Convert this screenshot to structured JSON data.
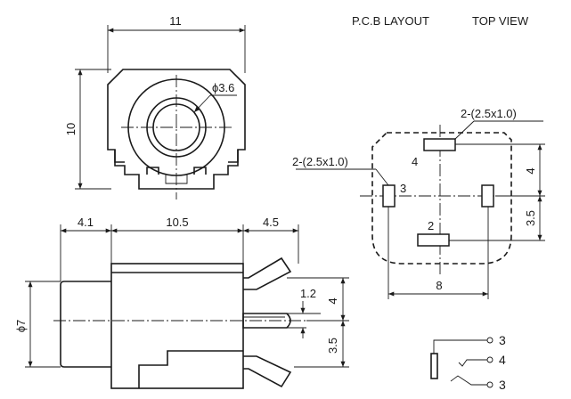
{
  "header": {
    "layout_title": "P.C.B LAYOUT",
    "view_title": "TOP VIEW"
  },
  "front_view": {
    "width_dim": "11",
    "height_dim": "10",
    "hole_dim": "ϕ3.6"
  },
  "side_view": {
    "dim_left": "4.1",
    "dim_body": "10.5",
    "dim_right": "4.5",
    "diameter_dim": "ϕ7",
    "pin_dim": "1.2",
    "dim_upper": "4",
    "dim_lower": "3.5"
  },
  "pcb_layout": {
    "pad_note_top": "2-(2.5x1.0)",
    "pad_note_left": "2-(2.5x1.0)",
    "pads": [
      "4",
      "3",
      "2"
    ],
    "dim_width": "8",
    "dim_upper": "4",
    "dim_lower": "3.5"
  },
  "schematic": {
    "pins": [
      "3",
      "4",
      "3"
    ]
  }
}
